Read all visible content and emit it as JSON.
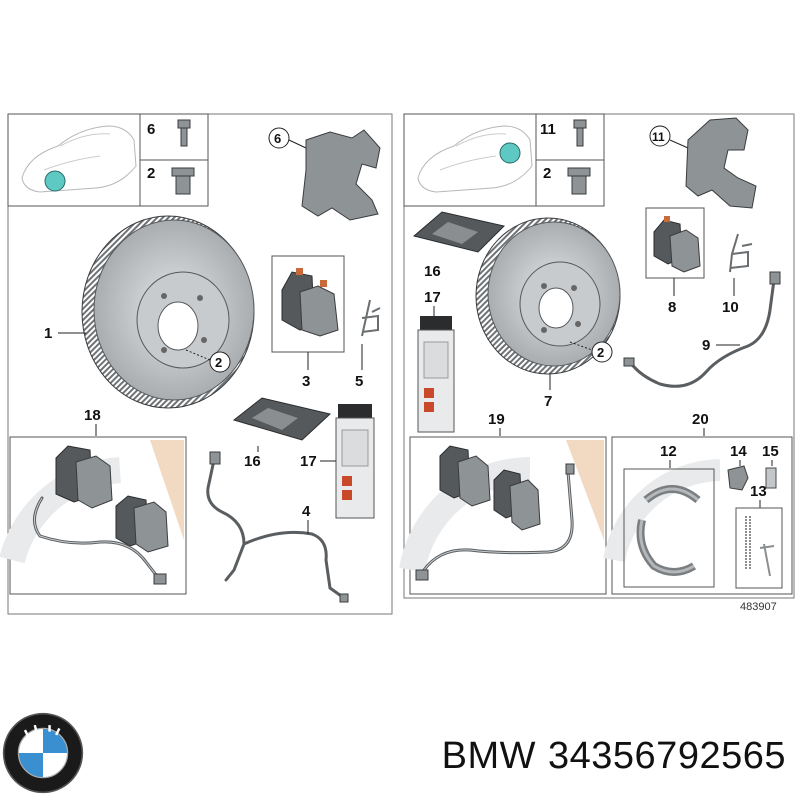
{
  "diagram": {
    "left_panel": {
      "labels": {
        "l6": "6",
        "l2": "2",
        "lc6": "6",
        "l1": "1",
        "lc2": "2",
        "l3": "3",
        "l5": "5",
        "l18": "18",
        "l16": "16",
        "l17": "17",
        "l4": "4"
      }
    },
    "right_panel": {
      "labels": {
        "l11": "11",
        "l2": "2",
        "lc11": "11",
        "l16": "16",
        "l17": "17",
        "lc2": "2",
        "l7": "7",
        "l8": "8",
        "l10": "10",
        "l9": "9",
        "l19": "19",
        "l20": "20",
        "l12": "12",
        "l14": "14",
        "l15": "15",
        "l13": "13"
      },
      "ref_number": "483907"
    }
  },
  "brand": {
    "logo_icon": "bmw-roundel-icon",
    "name": "BMW",
    "part_number": "34356792565"
  },
  "colors": {
    "highlight_dot": "#5ec9c3",
    "part_gray": "#8e9396",
    "frame": "#777777",
    "logo_blue": "#3a8fd1"
  }
}
